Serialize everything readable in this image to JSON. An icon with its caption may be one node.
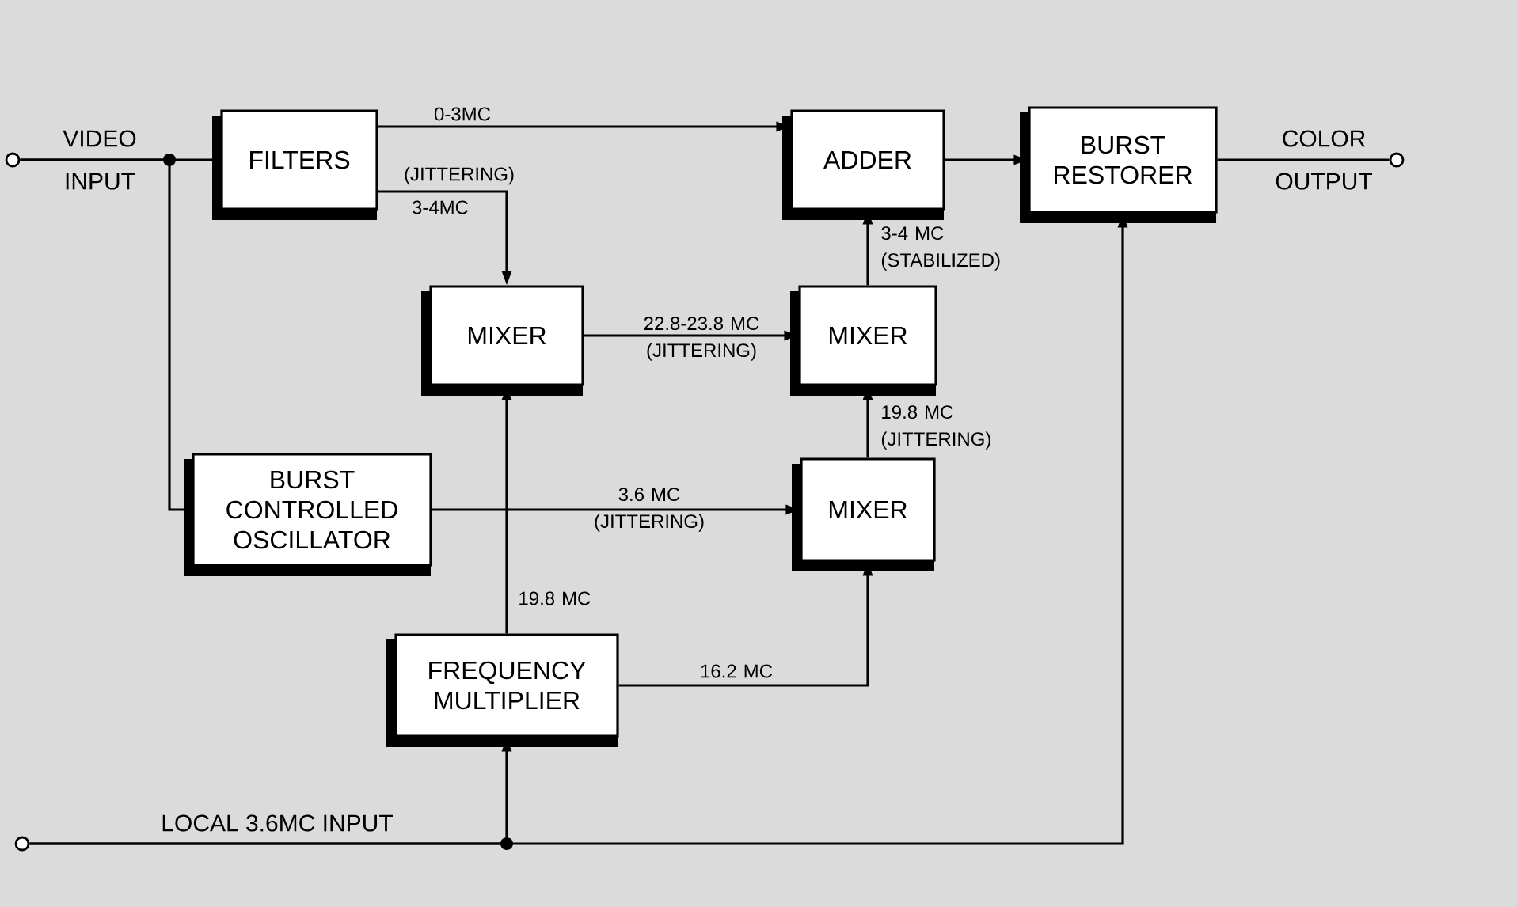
{
  "diagram": {
    "nodes": [
      {
        "text": [],
        "shape": "circle",
        "beside": [
          "VIDEO INPUT"
        ]
      },
      {
        "text": [
          "FILTERS"
        ]
      },
      {
        "text": [
          "ADDER"
        ]
      },
      {
        "text": [
          "BURST RESTORER"
        ]
      },
      {
        "text": [],
        "shape": "circle",
        "beside": [
          "COLOR OUTPUT"
        ]
      },
      {
        "text": [
          "MIXER"
        ]
      },
      {
        "text": [
          "MIXER"
        ]
      },
      {
        "text": [
          "BURST CONTROLLED OSCILLATOR"
        ]
      },
      {
        "text": [
          "MIXER"
        ]
      },
      {
        "text": [
          "FREQUENCY MULTIPLIER"
        ]
      },
      {
        "text": [],
        "shape": "circle"
      }
    ],
    "edges": [
      {
        "from": 0,
        "to": 1,
        "arrow": "none"
      },
      {
        "from": 0,
        "to": 7,
        "arrow": "none"
      },
      {
        "from": 1,
        "to": 2,
        "arrow": "to",
        "label": "0-3MC"
      },
      {
        "from": 1,
        "to": 5,
        "arrow": "to",
        "label": "3-4MC"
      },
      {
        "from": 5,
        "to": 6,
        "arrow": "to",
        "label": "22.8-23.8 MC (JITTERING)"
      },
      {
        "from": 6,
        "to": 2,
        "arrow": "to",
        "label": "3-4 MC (STABILIZED)"
      },
      {
        "from": 8,
        "to": 6,
        "arrow": "to",
        "label": "19.8 MC (JITTERING)"
      },
      {
        "from": 7,
        "to": 8,
        "arrow": "to",
        "label": "3.6 MC (JITTERING)"
      },
      {
        "from": 9,
        "to": 5,
        "arrow": "to",
        "label": "19.8 MC"
      },
      {
        "from": 9,
        "to": 8,
        "arrow": "to",
        "label": "16.2 MC"
      },
      {
        "from": 10,
        "to": 9,
        "arrow": "to"
      },
      {
        "from": 10,
        "to": 3,
        "arrow": "to"
      },
      {
        "from": 2,
        "to": 3,
        "arrow": "to"
      },
      {
        "from": 3,
        "to": 4,
        "arrow": "none"
      }
    ],
    "labels": [
      "(JITTERING)",
      "LOCAL 3.6MC INPUT"
    ]
  }
}
